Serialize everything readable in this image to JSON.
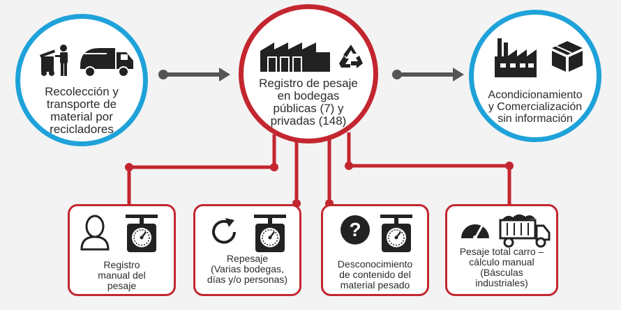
{
  "colors": {
    "blue": "#1fa2d9",
    "red": "#c3262f",
    "dark": "#222222",
    "arrow": "#555555"
  },
  "stages": {
    "collection": {
      "text": "Recolección y\ntransporte  de\nmaterial por\nrecicladores",
      "icons": [
        "person-trash-bin-icon",
        "garbage-truck-icon"
      ]
    },
    "weighing": {
      "text": "Registro de pesaje\nen bodegas\npúblicas (7) y\nprivadas (148)",
      "icons": [
        "warehouse-icon",
        "recycle-icon"
      ]
    },
    "conditioning": {
      "text": "Acondicionamiento\ny Comercialización\nsin información",
      "icons": [
        "factory-icon",
        "boxes-icon"
      ]
    }
  },
  "methods": [
    {
      "text": "Registro\nmanual del\npesaje",
      "icons": [
        "person-icon",
        "scale-icon"
      ]
    },
    {
      "text": "Repesaje\n(Varias bodegas,\ndías y/o personas)",
      "icons": [
        "refresh-icon",
        "scale-icon"
      ]
    },
    {
      "text": "Desconocimiento\nde contenido del\nmaterial pesado",
      "icons": [
        "question-icon",
        "scale-icon"
      ]
    },
    {
      "text": "Pesaje total carro –\ncálculo manual\n(Básculas\nindustriales)",
      "icons": [
        "speedometer-icon",
        "dump-truck-icon"
      ]
    }
  ]
}
